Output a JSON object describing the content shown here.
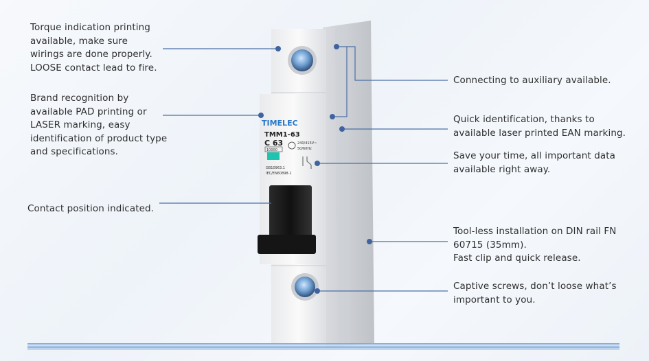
{
  "callouts_left": [
    {
      "id": "torque",
      "text": "Torque indication printing\navailable, make sure\nwirings are done properly.\nLOOSE contact lead to fire."
    },
    {
      "id": "brand",
      "text": "Brand recognition by\navailable PAD printing or\nLASER marking, easy\nidentification of product type\nand specifications."
    },
    {
      "id": "contact",
      "text": "Contact position indicated."
    }
  ],
  "callouts_right": [
    {
      "id": "auxiliary",
      "text": "Connecting to auxiliary available."
    },
    {
      "id": "ean",
      "text": "Quick identification, thanks to\navailable laser printed EAN marking."
    },
    {
      "id": "data",
      "text": "Save your time, all important data\navailable right away."
    },
    {
      "id": "din",
      "text": "Tool-less installation on DIN rail FN\n60715 (35mm).\nFast clip and quick release."
    },
    {
      "id": "screws",
      "text": "Captive screws, don’t loose what’s\nimportant to you."
    }
  ],
  "product": {
    "brand": "TIMELEC",
    "model": "TMM1-63",
    "rating": "C 63",
    "small_box": "10000",
    "voltage": "240/415V~",
    "frequency": "50/60Hz",
    "std1": "GB10963.1",
    "std2": "IEC/EN60898-1"
  },
  "colors": {
    "line": "#4a6fa5",
    "dot": "#3f63a0",
    "body": "#f2f3f5",
    "handle": "#1b1b1b",
    "brand": "#2a78c8",
    "indicator": "#1ec4b0"
  }
}
